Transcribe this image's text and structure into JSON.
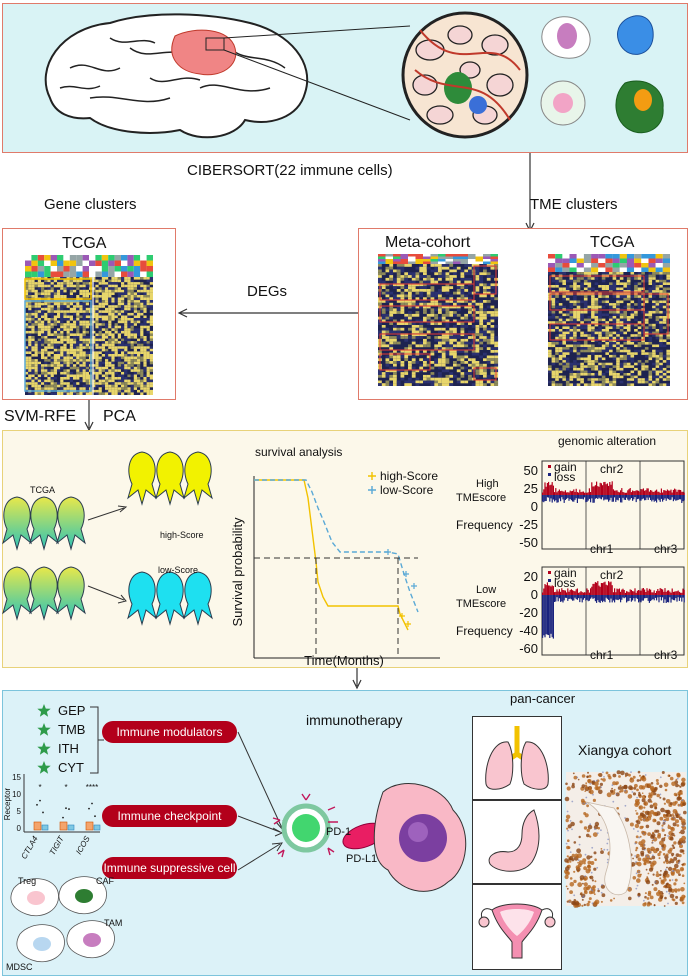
{
  "top": {
    "method_label": "CIBERSORT(22 immune cells)"
  },
  "clusters": {
    "gene_clusters": "Gene clusters",
    "tme_clusters": "TME clusters",
    "tcga_left": "TCGA",
    "meta_cohort": "Meta-cohort",
    "tcga_right": "TCGA",
    "degs": "DEGs"
  },
  "methods": {
    "svm": "SVM-RFE",
    "pca": "PCA"
  },
  "score_panel": {
    "tcga_label": "TCGA",
    "high_label": "high-Score",
    "low_label": "low-Score",
    "survival_title": "survival analysis",
    "survival_ylabel": "Survival probability",
    "survival_xlabel": "Time(Months)",
    "legend_high": "high-Score",
    "legend_low": "low-Score",
    "genomic_title": "genomic alteration",
    "high_tme": [
      "High",
      "TMEscore"
    ],
    "low_tme": [
      "Low",
      "TMEscore"
    ],
    "frequency": "Frequency",
    "gain": "gain",
    "loss": "loss",
    "chr1": "chr1",
    "chr2": "chr2",
    "chr3": "chr3",
    "ticks_top": [
      "50",
      "25",
      "0",
      "-25",
      "-50"
    ],
    "ticks_bottom": [
      "20",
      "0",
      "-20",
      "-40",
      "-60"
    ],
    "colors": {
      "high": "#f2c200",
      "low": "#5aa9d6",
      "gain": "#b3001b",
      "loss": "#1a237e"
    }
  },
  "bottom": {
    "markers": [
      "GEP",
      "TMB",
      "ITH",
      "CYT"
    ],
    "pill_modulators": "Immune modulators",
    "pill_checkpoint": "Immune checkpoint",
    "pill_suppressive": "Immune suppressive cell",
    "receptor_label": "Receptor",
    "receptor_ticks": [
      "15",
      "10",
      "5",
      "0"
    ],
    "receptor_genes": [
      "CTLA4",
      "TIGIT",
      "ICOS"
    ],
    "receptor_sig": [
      "*",
      "*",
      "****"
    ],
    "cell_labels": [
      "Treg",
      "CAF",
      "TAM",
      "MDSC"
    ],
    "immunotherapy": "immunotherapy",
    "pd1": "PD-1",
    "pdl1": "PD-L1",
    "pan_cancer": "pan-cancer",
    "xiangya": "Xiangya cohort"
  }
}
